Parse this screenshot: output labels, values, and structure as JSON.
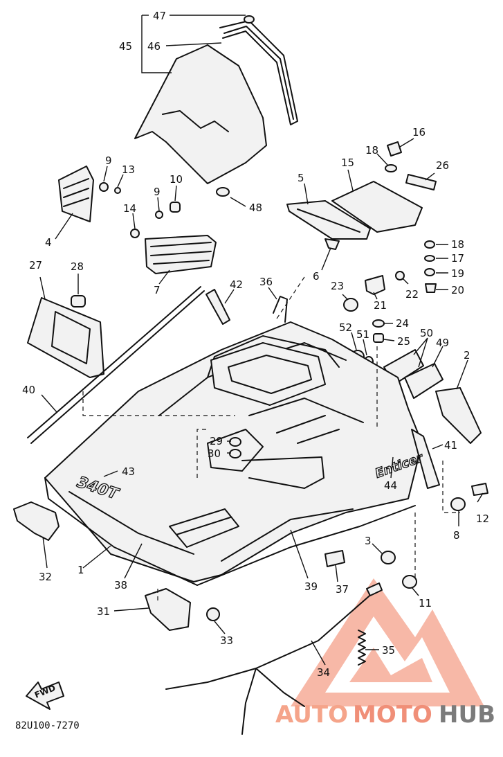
{
  "callouts": [
    {
      "id": "p1",
      "label": "1"
    },
    {
      "id": "p2",
      "label": "2"
    },
    {
      "id": "p3",
      "label": "3"
    },
    {
      "id": "p4",
      "label": "4"
    },
    {
      "id": "p5",
      "label": "5"
    },
    {
      "id": "p6",
      "label": "6"
    },
    {
      "id": "p7",
      "label": "7"
    },
    {
      "id": "p8",
      "label": "8"
    },
    {
      "id": "p9a",
      "label": "9"
    },
    {
      "id": "p9b",
      "label": "9"
    },
    {
      "id": "p10",
      "label": "10"
    },
    {
      "id": "p11",
      "label": "11"
    },
    {
      "id": "p12",
      "label": "12"
    },
    {
      "id": "p13",
      "label": "13"
    },
    {
      "id": "p14",
      "label": "14"
    },
    {
      "id": "p15",
      "label": "15"
    },
    {
      "id": "p16",
      "label": "16"
    },
    {
      "id": "p17",
      "label": "17"
    },
    {
      "id": "p18a",
      "label": "18"
    },
    {
      "id": "p18b",
      "label": "18"
    },
    {
      "id": "p19",
      "label": "19"
    },
    {
      "id": "p20",
      "label": "20"
    },
    {
      "id": "p21",
      "label": "21"
    },
    {
      "id": "p22",
      "label": "22"
    },
    {
      "id": "p23",
      "label": "23"
    },
    {
      "id": "p24",
      "label": "24"
    },
    {
      "id": "p25",
      "label": "25"
    },
    {
      "id": "p26",
      "label": "26"
    },
    {
      "id": "p27",
      "label": "27"
    },
    {
      "id": "p28",
      "label": "28"
    },
    {
      "id": "p29",
      "label": "29"
    },
    {
      "id": "p30",
      "label": "30"
    },
    {
      "id": "p31",
      "label": "31"
    },
    {
      "id": "p32",
      "label": "32"
    },
    {
      "id": "p33",
      "label": "33"
    },
    {
      "id": "p34",
      "label": "34"
    },
    {
      "id": "p35",
      "label": "35"
    },
    {
      "id": "p36",
      "label": "36"
    },
    {
      "id": "p37",
      "label": "37"
    },
    {
      "id": "p38",
      "label": "38"
    },
    {
      "id": "p39",
      "label": "39"
    },
    {
      "id": "p40",
      "label": "40"
    },
    {
      "id": "p41",
      "label": "41"
    },
    {
      "id": "p42",
      "label": "42"
    },
    {
      "id": "p43",
      "label": "43"
    },
    {
      "id": "p44",
      "label": "44"
    },
    {
      "id": "p45",
      "label": "45"
    },
    {
      "id": "p46",
      "label": "46"
    },
    {
      "id": "p47",
      "label": "47"
    },
    {
      "id": "p48",
      "label": "48"
    },
    {
      "id": "p49",
      "label": "49"
    },
    {
      "id": "p50",
      "label": "50"
    },
    {
      "id": "p51",
      "label": "51"
    },
    {
      "id": "p52",
      "label": "52"
    }
  ],
  "emblems": {
    "model": "340T",
    "brand": "Enticer"
  },
  "direction_arrow": "FWD",
  "diagram_code": "82U100-7270",
  "watermark": {
    "part1": "AUTO",
    "part2": "MOTO",
    "part3": "HUB",
    "colors": {
      "light_red": "#f5a48a",
      "red": "#f08f78",
      "gray": "#7b7b7b"
    }
  }
}
